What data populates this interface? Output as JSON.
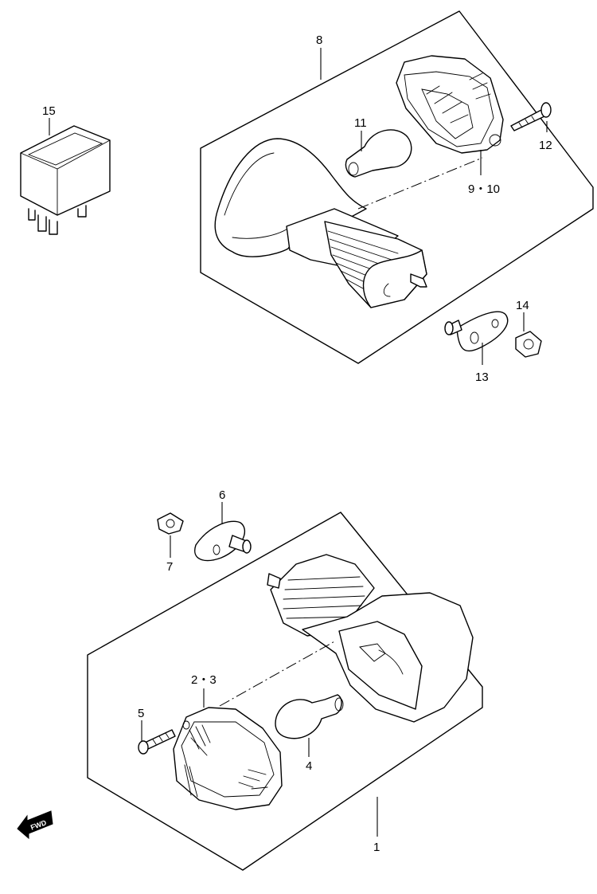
{
  "callouts": {
    "c1": "1",
    "c2_3": "2・3",
    "c4": "4",
    "c5": "5",
    "c6": "6",
    "c7": "7",
    "c8": "8",
    "c9_10": "9・10",
    "c11": "11",
    "c12": "12",
    "c13": "13",
    "c14": "14",
    "c15": "15"
  },
  "fwd_arrow": {
    "label": "FWD",
    "icon": "forward-arrow-icon"
  },
  "colors": {
    "line": "#000000",
    "background": "#ffffff"
  }
}
